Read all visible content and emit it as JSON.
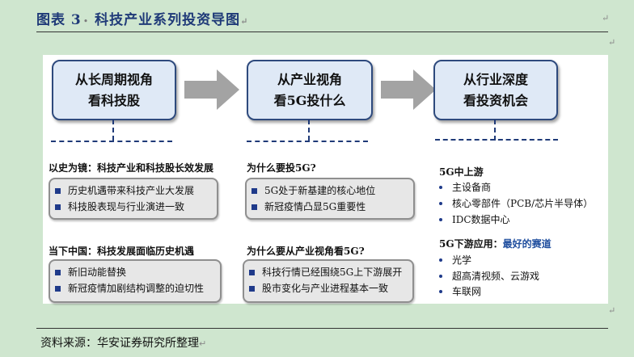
{
  "header": {
    "title": "图表 3",
    "title_rest": "科技产业系列投资导图"
  },
  "top_boxes": [
    {
      "line1": "从长周期视角",
      "line2": "看科技股"
    },
    {
      "line1": "从产业视角",
      "line2": "看5G投什么"
    },
    {
      "line1": "从行业深度",
      "line2": "看投资机会"
    }
  ],
  "left": {
    "heading1": "以史为镜：科技产业和科技股长效发展",
    "items1": [
      "历史机遇带来科技产业大发展",
      "科技股表现与行业演进一致"
    ],
    "heading2": "当下中国：科技发展面临历史机遇",
    "items2": [
      "新旧动能替换",
      "新冠疫情加剧结构调整的迫切性"
    ]
  },
  "middle": {
    "heading1": "为什么要投5G?",
    "items1": [
      "5G处于新基建的核心地位",
      "新冠疫情凸显5G重要性"
    ],
    "heading2": "为什么要从产业视角看5G?",
    "items2": [
      "科技行情已经围绕5G上下游展开",
      "股市变化与产业进程基本一致"
    ]
  },
  "right": {
    "heading1": "5G中上游",
    "items1": [
      "主设备商",
      "核心零部件（PCB/芯片半导体）",
      "IDC数据中心"
    ],
    "heading2_prefix": "5G下游应用：",
    "heading2_highlight": "最好的赛道",
    "items2": [
      "光学",
      "超高清视频、云游戏",
      "车联网"
    ]
  },
  "footer": {
    "source": "资料来源：华安证券研究所整理"
  },
  "colors": {
    "accent": "#1f3a78",
    "background": "#cfe6cf",
    "box_fill": "#dfe9f6",
    "gray_box": "#e7e7e7"
  }
}
